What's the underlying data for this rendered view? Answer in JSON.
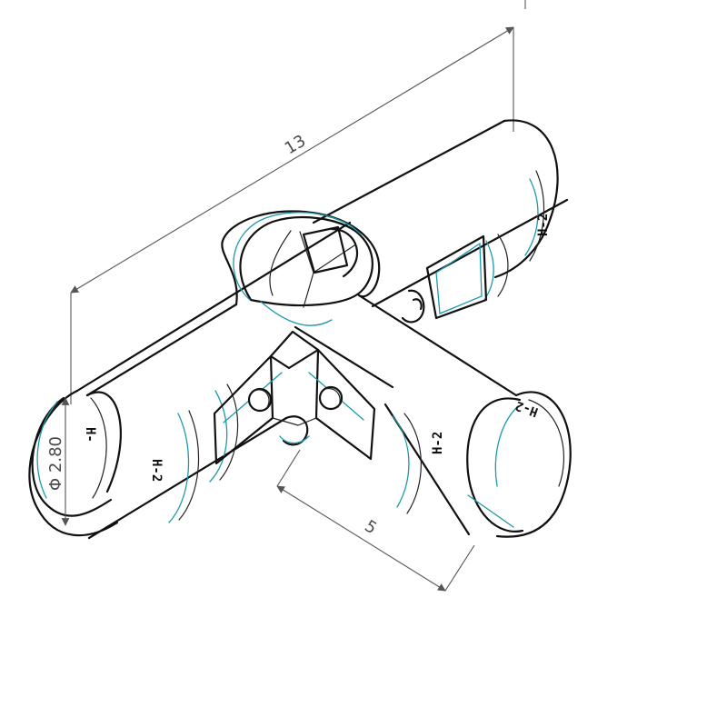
{
  "dimensions": {
    "length": "13",
    "offset": "5",
    "diameter": "Φ 2.80"
  },
  "part_markings": {
    "left_a": "H-",
    "left_b": "H-2",
    "right_top": "H-2",
    "front_right": "H-2",
    "right_end": "H-2"
  },
  "colors": {
    "outline": "#111111",
    "hidden_edges": "#1b9aaa",
    "dimension": "#555555"
  }
}
